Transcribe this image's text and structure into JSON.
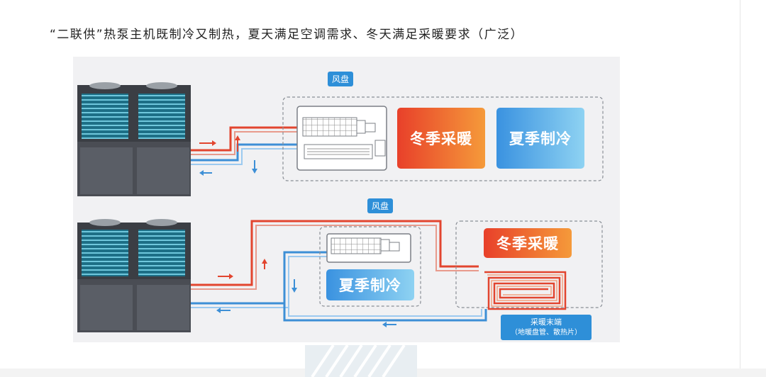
{
  "title": "“二联供”热泵主机既制冷又制热，夏天满足空调需求、冬天满足采暖要求（广泛）",
  "diagram_top": {
    "fan_coil_tag": "风盘",
    "winter_label": "冬季采暖",
    "summer_label": "夏季制冷"
  },
  "diagram_bottom": {
    "fan_coil_tag": "风盘",
    "winter_label": "冬季采暖",
    "summer_label": "夏季制冷",
    "terminal_label": "采暖末端",
    "terminal_sub": "（地暖盘管、散热片）"
  },
  "colors": {
    "supply": "#e2452f",
    "return": "#3d8fd6",
    "tag": "#2e8fd8",
    "unit": "#4a4d54"
  }
}
